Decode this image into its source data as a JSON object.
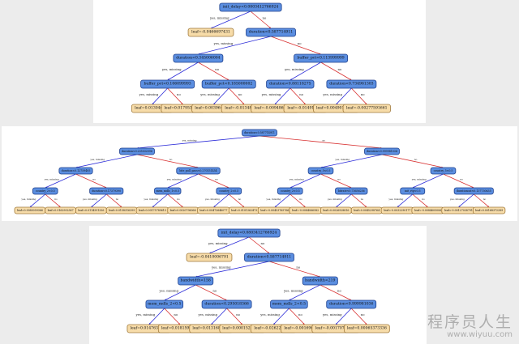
{
  "edge_labels": {
    "yes": "yes, missing",
    "no": "no"
  },
  "trees": [
    {
      "text": "init_delay<0.0803412766924",
      "children": [
        {
          "text": "leaf=-0.0466697431"
        },
        {
          "text": "duration<0.587714911",
          "children": [
            {
              "text": "duration<0.345006004",
              "children": [
                {
                  "text": "buffer_pct<0.106099993",
                  "children": [
                    {
                      "text": "leaf=0.013046757"
                    },
                    {
                      "text": "leaf=0.0179534336"
                    }
                  ]
                },
                {
                  "text": "buffer_pct<0.185000002",
                  "children": [
                    {
                      "text": "leaf=0.0039648132"
                    },
                    {
                      "text": "leaf=-0.0134886044"
                    }
                  ]
                }
              ]
            },
            {
              "text": "buffer_pct<0.113999999",
              "children": [
                {
                  "text": "duration<0.88118275",
                  "children": [
                    {
                      "text": "leaf=-0.00948666779"
                    },
                    {
                      "text": "leaf=-0.014910792"
                    }
                  ]
                },
                {
                  "text": "duration<0.734961303",
                  "children": [
                    {
                      "text": "leaf=0.00490105037"
                    },
                    {
                      "text": "leaf=-0.00277591661"
                    }
                  ]
                }
              ]
            }
          ]
        }
      ]
    },
    {
      "text": "duration<0.587714911",
      "children": [
        {
          "text": "duration<0.235032096",
          "children": [
            {
              "text": "duration<0.12759405",
              "children": [
                {
                  "text": "country_2<0.5",
                  "children": [
                    {
                      "text": "leaf=0.0085059366"
                    },
                    {
                      "text": "leaf=0.0162902367"
                    }
                  ]
                },
                {
                  "text": "duration<0.17379390",
                  "children": [
                    {
                      "text": "leaf=0.0114391336"
                    },
                    {
                      "text": "leaf=0.0158316399"
                    }
                  ]
                }
              ]
            },
            {
              "text": "bitr_pull_pass<0.270151454",
              "children": [
                {
                  "text": "mem_mdls_1<0.5",
                  "children": [
                    {
                      "text": "leaf=0.00175789615"
                    },
                    {
                      "text": "leaf=0.0020796066"
                    }
                  ]
                },
                {
                  "text": "country_2<0.5",
                  "children": [
                    {
                      "text": "leaf=0.00473646077"
                    },
                    {
                      "text": "leaf=0.0101362473"
                    }
                  ]
                }
              ]
            }
          ]
        },
        {
          "text": "duration<0.999981034",
          "children": [
            {
              "text": "country_5<0.5",
              "children": [
                {
                  "text": "country_2<0.5",
                  "children": [
                    {
                      "text": "leaf=-0.00453765766"
                    },
                    {
                      "text": "leaf=-0.0084066582"
                    }
                  ]
                },
                {
                  "text": "bitrate<0.73656256",
                  "children": [
                    {
                      "text": "leaf=0.0026928816"
                    },
                    {
                      "text": "leaf=0.0045298764"
                    }
                  ]
                }
              ]
            },
            {
              "text": "country_5<0.5",
              "children": [
                {
                  "text": "init_rtp<0.5",
                  "children": [
                    {
                      "text": "leaf=-0.0032290177"
                    },
                    {
                      "text": "leaf=-0.0084605006"
                    }
                  ]
                },
                {
                  "text": "durationcat<0.137730635",
                  "children": [
                    {
                      "text": "leaf=-0.00127038791"
                    },
                    {
                      "text": "leaf=0.00168372289"
                    }
                  ]
                }
              ]
            }
          ]
        }
      ]
    },
    {
      "text": "init_delay<0.0803412766924",
      "children": [
        {
          "text": "leaf=-0.0410006791"
        },
        {
          "text": "duration<0.587714911",
          "children": [
            {
              "text": "bandwidth<158",
              "children": [
                {
                  "text": "mem_mdls_2<0.5",
                  "children": [
                    {
                      "text": "leaf=0.0147634591"
                    },
                    {
                      "text": "leaf=0.0181593655"
                    }
                  ]
                },
                {
                  "text": "duration<0.295018366",
                  "children": [
                    {
                      "text": "leaf=0.0131681779"
                    },
                    {
                      "text": "leaf=0.00015294067"
                    }
                  ]
                }
              ]
            },
            {
              "text": "bandwidth<219",
              "children": [
                {
                  "text": "mem_mdls_2<0.5",
                  "children": [
                    {
                      "text": "leaf=-0.0262295787"
                    },
                    {
                      "text": "leaf=-0.00169668601"
                    }
                  ]
                },
                {
                  "text": "duration<0.999981036",
                  "children": [
                    {
                      "text": "leaf=-0.00170736524"
                    },
                    {
                      "text": "leaf=0.00065373336"
                    }
                  ]
                }
              ]
            }
          ]
        }
      ]
    }
  ],
  "watermark": {
    "title": "程序员人生",
    "url": "www.wiyuu.com"
  }
}
